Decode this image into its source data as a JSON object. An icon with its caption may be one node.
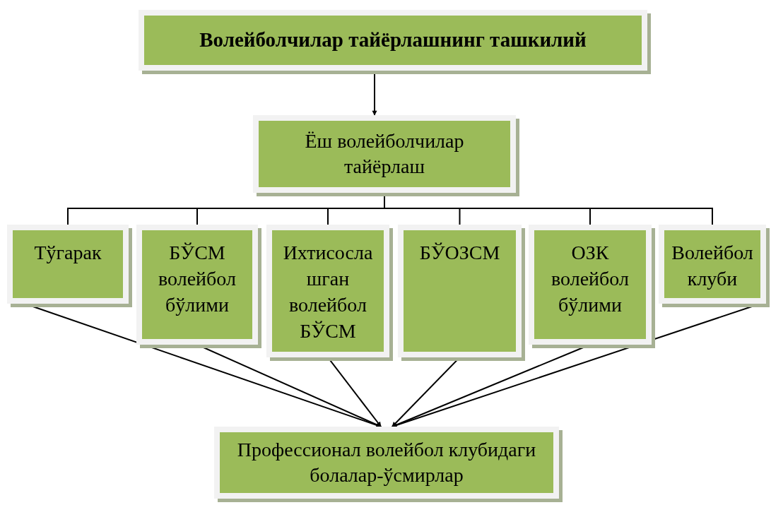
{
  "diagram": {
    "nodes": [
      {
        "text": [
          "Волейболчилар тайёрлашнинг ташкилий"
        ]
      },
      {
        "text": [
          "Ёш волейболчилар тайёрлаш"
        ]
      },
      {
        "text": [
          "Тўгарак"
        ]
      },
      {
        "text": [
          "БЎСМ волейбол бўлими"
        ]
      },
      {
        "text": [
          "Ихтисослашган волейбол БЎСМ"
        ]
      },
      {
        "text": [
          "БЎОЗСМ"
        ]
      },
      {
        "text": [
          "ОЗК волейбол бўлими"
        ]
      },
      {
        "text": [
          "Волейбол клуби"
        ]
      },
      {
        "text": [
          "Профессионал волейбол клубидаги болалар-ўсмирлар"
        ]
      }
    ],
    "edges": [
      {
        "from": 0,
        "to": 1,
        "arrow": "to"
      },
      {
        "from": 1,
        "to": 2,
        "arrow": "none"
      },
      {
        "from": 1,
        "to": 3,
        "arrow": "none"
      },
      {
        "from": 1,
        "to": 4,
        "arrow": "none"
      },
      {
        "from": 1,
        "to": 5,
        "arrow": "none"
      },
      {
        "from": 1,
        "to": 6,
        "arrow": "none"
      },
      {
        "from": 1,
        "to": 7,
        "arrow": "none"
      },
      {
        "from": 2,
        "to": 8,
        "arrow": "to"
      },
      {
        "from": 3,
        "to": 8,
        "arrow": "to"
      },
      {
        "from": 4,
        "to": 8,
        "arrow": "to"
      },
      {
        "from": 5,
        "to": 8,
        "arrow": "to"
      },
      {
        "from": 6,
        "to": 8,
        "arrow": "to"
      },
      {
        "from": 7,
        "to": 8,
        "arrow": "to"
      }
    ]
  }
}
